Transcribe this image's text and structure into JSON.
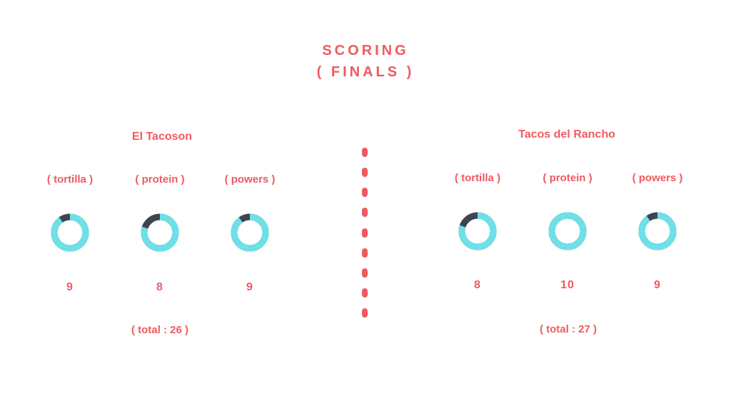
{
  "title": {
    "line1": "SCORING",
    "line2": "( FINALS )"
  },
  "colors": {
    "accent": "#f05a5f",
    "ring": "#6ee0e8",
    "ring_track": "#3d4550"
  },
  "max_score": 10,
  "teams": [
    {
      "name": "El Tacoson",
      "categories": [
        {
          "label": "( tortilla )",
          "score": "9",
          "value": 9
        },
        {
          "label": "( protein )",
          "score": "8",
          "value": 8
        },
        {
          "label": "( powers )",
          "score": "9",
          "value": 9
        }
      ],
      "total": "( total : 26 )"
    },
    {
      "name": "Tacos del Rancho",
      "categories": [
        {
          "label": "( tortilla )",
          "score": "8",
          "value": 8
        },
        {
          "label": "( protein )",
          "score": "10",
          "value": 10
        },
        {
          "label": "( powers )",
          "score": "9",
          "value": 9
        }
      ],
      "total": "( total : 27 )"
    }
  ]
}
